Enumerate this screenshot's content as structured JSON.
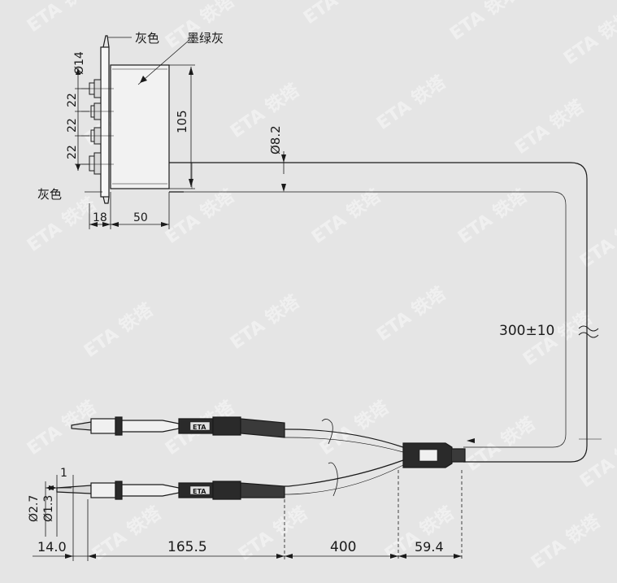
{
  "labels": {
    "gray_top": "灰色",
    "gray_bottom": "灰色",
    "ink_green_gray": "墨绿灰",
    "box_height": "105",
    "cable_dia": "Ø8.2",
    "cable_length": "300±10",
    "plug_dia": "Ø14",
    "pitch_1": "22",
    "pitch_2": "22",
    "pitch_3": "22",
    "width_18": "18",
    "width_50": "50",
    "tip_dia_27": "Ø2.7",
    "tip_dia_13": "Ø1.3",
    "tip_step": "1",
    "dim_14": "14.0",
    "dim_1655": "165.5",
    "dim_400": "400",
    "dim_594": "59.4",
    "probe_brand": "ETA"
  },
  "watermark": {
    "text": "ETA 铁塔",
    "color": "#ffffff"
  },
  "colors": {
    "background": "#e5e5e5",
    "line": "#1a1a1a"
  }
}
